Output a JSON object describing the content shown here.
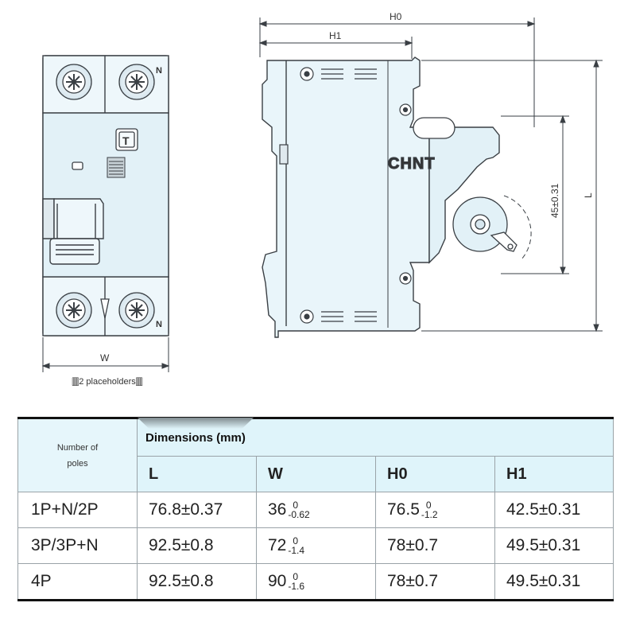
{
  "drawing": {
    "labels": {
      "h0": "H0",
      "h1": "H1",
      "w": "W",
      "l": "L",
      "rail": "45±0.31",
      "n_top": "N",
      "n_bottom": "N",
      "test_button": "T",
      "brand": "CHNT"
    },
    "caption": "🀫2 placeholders🀫"
  },
  "table": {
    "poles_header": "Number of\npoles",
    "group_header": "Dimensions (mm)",
    "columns": [
      "L",
      "W",
      "H0",
      "H1"
    ],
    "rows": [
      {
        "poles": "1P+N/2P",
        "L": "76.8±0.37",
        "W": {
          "base": "36",
          "upper": "0",
          "lower": "-0.62"
        },
        "H0": {
          "base": "76.5",
          "upper": "0",
          "lower": "-1.2"
        },
        "H1": "42.5±0.31"
      },
      {
        "poles": "3P/3P+N",
        "L": "92.5±0.8",
        "W": {
          "base": "72",
          "upper": "0",
          "lower": "-1.4"
        },
        "H0": "78±0.7",
        "H1": "49.5±0.31"
      },
      {
        "poles": "4P",
        "L": "92.5±0.8",
        "W": {
          "base": "90",
          "upper": "0",
          "lower": "-1.6"
        },
        "H0": "78±0.7",
        "H1": "49.5±0.31"
      }
    ]
  },
  "colors": {
    "device_fill": "#e9f5fa",
    "outline": "#3a3f44",
    "header_fill": "#dff4fa",
    "rule": "#111111"
  }
}
